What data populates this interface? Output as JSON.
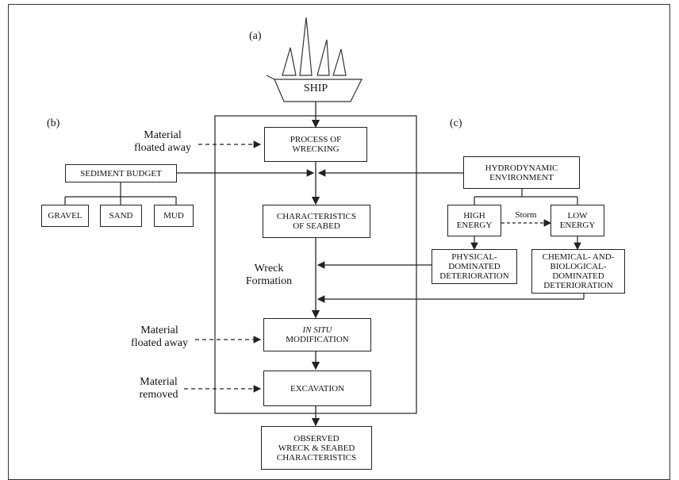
{
  "panel_labels": {
    "a": "(a)",
    "b": "(b)",
    "c": "(c)"
  },
  "ship": "SHIP",
  "process_of_wrecking": [
    "PROCESS OF",
    "WRECKING"
  ],
  "characteristics_of_seabed": [
    "CHARACTERISTICS",
    "OF SEABED"
  ],
  "in_situ_modification": [
    "IN SITU",
    "MODIFICATION"
  ],
  "excavation": "EXCAVATION",
  "observed": [
    "OBSERVED",
    "WRECK & SEABED",
    "CHARACTERISTICS"
  ],
  "wreck_formation": [
    "Wreck",
    "Formation"
  ],
  "material_floated_away_1": [
    "Material",
    "floated away"
  ],
  "material_floated_away_2": [
    "Material",
    "floated away"
  ],
  "material_removed": [
    "Material",
    "removed"
  ],
  "sediment_budget": "SEDIMENT BUDGET",
  "gravel": "GRAVEL",
  "sand": "SAND",
  "mud": "MUD",
  "hydrodynamic_environment": [
    "HYDRODYNAMIC",
    "ENVIRONMENT"
  ],
  "high_energy": [
    "HIGH",
    "ENERGY"
  ],
  "low_energy": [
    "LOW",
    "ENERGY"
  ],
  "storm": "Storm",
  "physical_deterioration": [
    "PHYSICAL-",
    "DOMINATED",
    "DETERIORATION"
  ],
  "chemical_deterioration": [
    "CHEMICAL- AND-",
    "BIOLOGICAL-",
    "DOMINATED",
    "DETERIORATION"
  ]
}
